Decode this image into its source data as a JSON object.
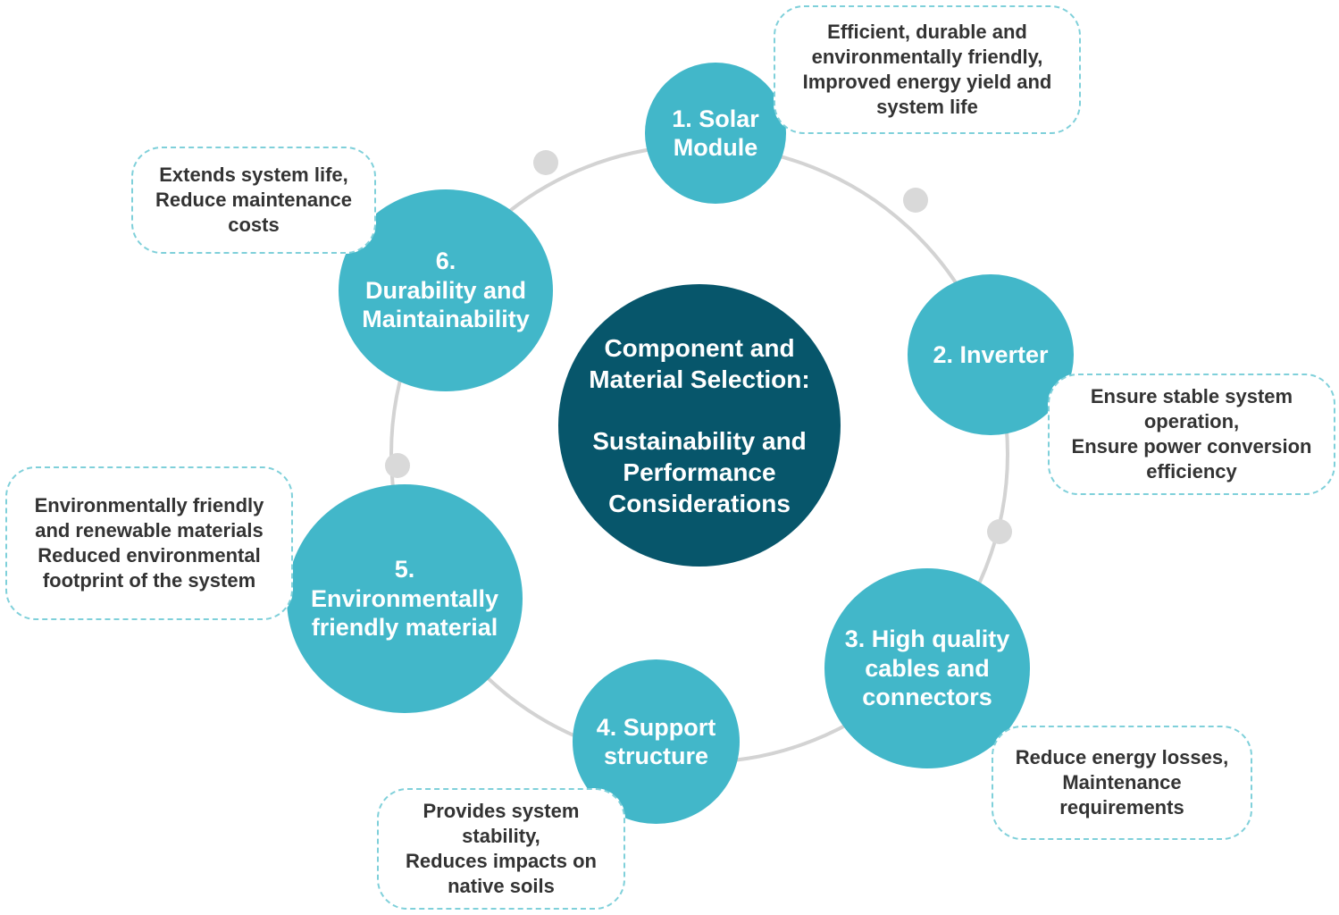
{
  "center": {
    "title": "Component and\nMaterial Selection:",
    "subtitle": "Sustainability and\nPerformance\nConsiderations"
  },
  "nodes": [
    {
      "label": "1. Solar\nModule",
      "note": "Efficient, durable and\nenvironmentally friendly,\nImproved energy yield and\nsystem life"
    },
    {
      "label": "2. Inverter",
      "note": "Ensure stable system\noperation,\nEnsure power conversion\nefficiency"
    },
    {
      "label": "3. High quality\ncables and\nconnectors",
      "note": "Reduce energy losses,\nMaintenance\nrequirements"
    },
    {
      "label": "4. Support\nstructure",
      "note": "Provides system\nstability,\nReduces impacts on\nnative soils"
    },
    {
      "label": "5.\nEnvironmentally\nfriendly material",
      "note": "Environmentally friendly\nand renewable materials\nReduced environmental\nfootprint of the system"
    },
    {
      "label": "6.\nDurability and\nMaintainability",
      "note": "Extends system life,\nReduce maintenance\ncosts"
    }
  ],
  "colors": {
    "center_fill": "#07566b",
    "node_fill": "#42b7c9",
    "note_border": "#7fd0da",
    "ring": "#d3d3d3",
    "dot": "#d9d9d9",
    "note_text": "#333333"
  }
}
